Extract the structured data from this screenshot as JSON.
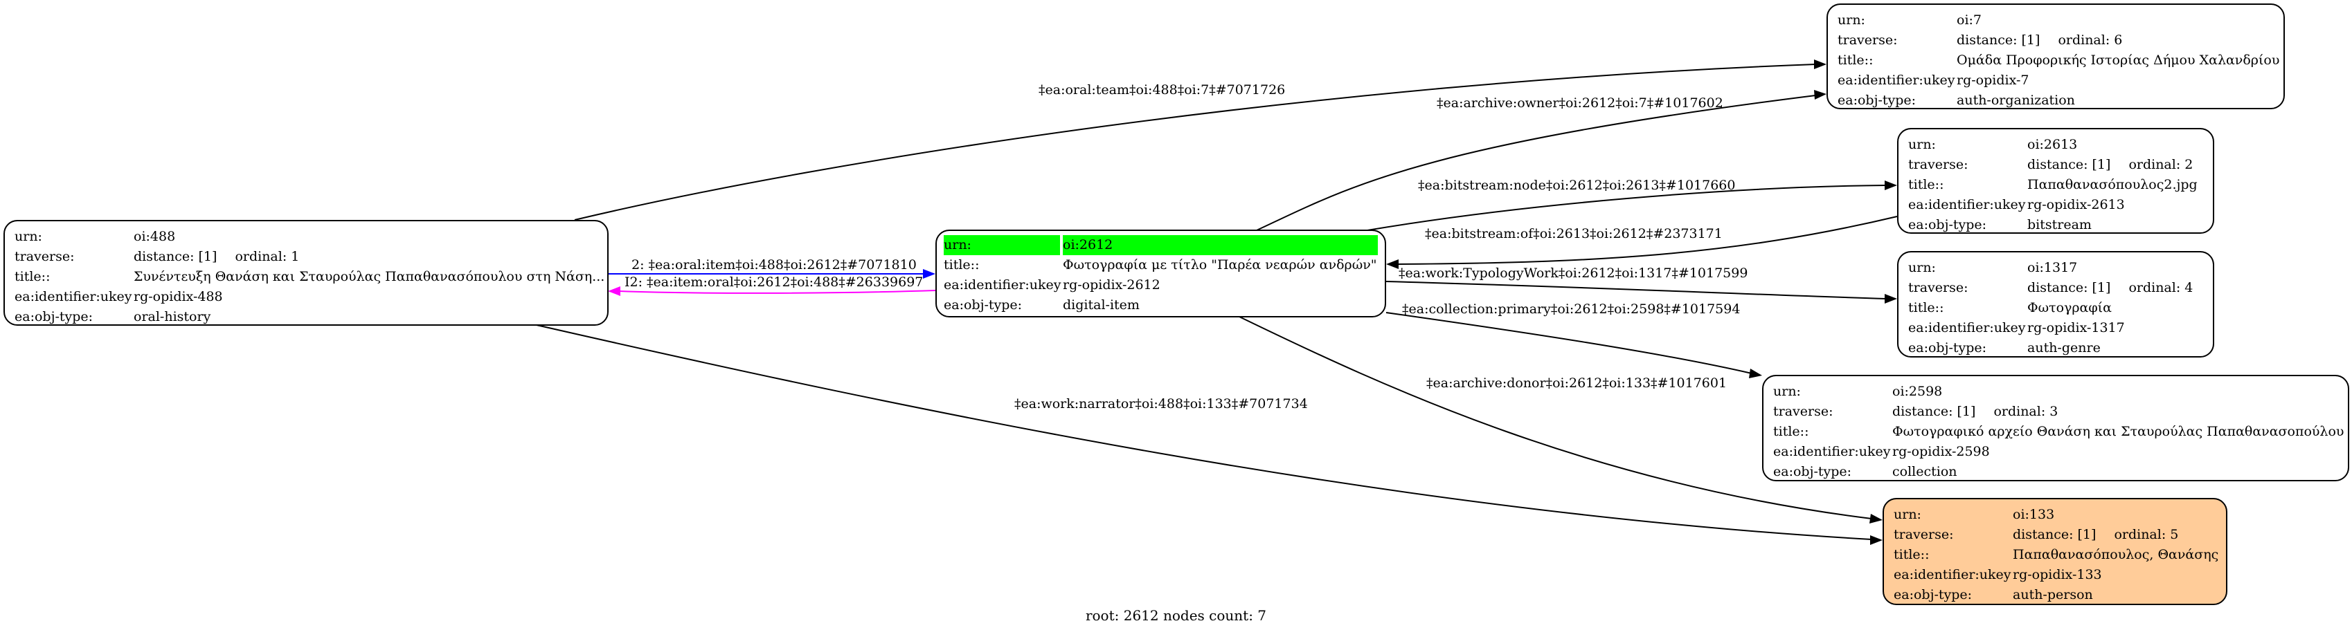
{
  "nodes": [
    {
      "id": "n488",
      "urn": "oi:488",
      "traverse": {
        "distance": "distance: [1]",
        "ordinal": "ordinal: 1"
      },
      "title": "Συνέντευξη Θανάση και Σταυρούλας Παπαθανασόπουλου στη Νάση...",
      "ukey": "rg-opidix-488",
      "obj_type": "oral-history",
      "root": false,
      "color": "#ffffff"
    },
    {
      "id": "n2612",
      "urn": "oi:2612",
      "traverse": null,
      "title": "Φωτογραφία με τίτλο \"Παρέα νεαρών ανδρών\"",
      "ukey": "rg-opidix-2612",
      "obj_type": "digital-item",
      "root": true,
      "color": "#ffffff",
      "highlight": "#00ff00"
    },
    {
      "id": "n7",
      "urn": "oi:7",
      "traverse": {
        "distance": "distance: [1]",
        "ordinal": "ordinal: 6"
      },
      "title": "Ομάδα Προφορικής Ιστορίας Δήμου Χαλανδρίου",
      "ukey": "rg-opidix-7",
      "obj_type": "auth-organization",
      "root": false,
      "color": "#ffffff"
    },
    {
      "id": "n2613",
      "urn": "oi:2613",
      "traverse": {
        "distance": "distance: [1]",
        "ordinal": "ordinal: 2"
      },
      "title": "Παπαθανασόπουλος2.jpg",
      "ukey": "rg-opidix-2613",
      "obj_type": "bitstream",
      "root": false,
      "color": "#ffffff"
    },
    {
      "id": "n1317",
      "urn": "oi:1317",
      "traverse": {
        "distance": "distance: [1]",
        "ordinal": "ordinal: 4"
      },
      "title": "Φωτογραφία",
      "ukey": "rg-opidix-1317",
      "obj_type": "auth-genre",
      "root": false,
      "color": "#ffffff"
    },
    {
      "id": "n2598",
      "urn": "oi:2598",
      "traverse": {
        "distance": "distance: [1]",
        "ordinal": "ordinal: 3"
      },
      "title": "Φωτογραφικό αρχείο Θανάση και Σταυρούλας Παπαθανασοπούλου",
      "ukey": "rg-opidix-2598",
      "obj_type": "collection",
      "root": false,
      "color": "#ffffff"
    },
    {
      "id": "n133",
      "urn": "oi:133",
      "traverse": {
        "distance": "distance: [1]",
        "ordinal": "ordinal: 5"
      },
      "title": "Παπαθανασόπουλος, Θανάσης",
      "ukey": "rg-opidix-133",
      "obj_type": "auth-person",
      "root": false,
      "color": "#ffcc99"
    }
  ],
  "keys": {
    "urn": "urn:",
    "traverse": "traverse:",
    "title": "title::",
    "ukey": "ea:identifier:ukey",
    "obj_type": "ea:obj-type:"
  },
  "edges": [
    {
      "from": "n488",
      "to": "n7",
      "label": "‡ea:oral:team‡oi:488‡oi:7‡#7071726",
      "color": "#000000"
    },
    {
      "from": "n2612",
      "to": "n7",
      "label": "‡ea:archive:owner‡oi:2612‡oi:7‡#1017602",
      "color": "#000000"
    },
    {
      "from": "n2612",
      "to": "n2613",
      "label": "‡ea:bitstream:node‡oi:2612‡oi:2613‡#1017660",
      "color": "#000000"
    },
    {
      "from": "n2613",
      "to": "n2612",
      "label": "‡ea:bitstream:of‡oi:2613‡oi:2612‡#2373171",
      "color": "#000000"
    },
    {
      "from": "n2612",
      "to": "n1317",
      "label": "‡ea:work:TypologyWork‡oi:2612‡oi:1317‡#1017599",
      "color": "#000000"
    },
    {
      "from": "n2612",
      "to": "n2598",
      "label": "‡ea:collection:primary‡oi:2612‡oi:2598‡#1017594",
      "color": "#000000"
    },
    {
      "from": "n2612",
      "to": "n133",
      "label": "‡ea:archive:donor‡oi:2612‡oi:133‡#1017601",
      "color": "#000000"
    },
    {
      "from": "n488",
      "to": "n133",
      "label": "‡ea:work:narrator‡oi:488‡oi:133‡#7071734",
      "color": "#000000"
    },
    {
      "from": "n488",
      "to": "n2612",
      "label": "2: ‡ea:oral:item‡oi:488‡oi:2612‡#7071810",
      "color": "#0000ff"
    },
    {
      "from": "n2612",
      "to": "n488",
      "label": "I2: ‡ea:item:oral‡oi:2612‡oi:488‡#26339697",
      "color": "#ff00ff"
    }
  ],
  "footer": "root: 2612 nodes count: 7"
}
